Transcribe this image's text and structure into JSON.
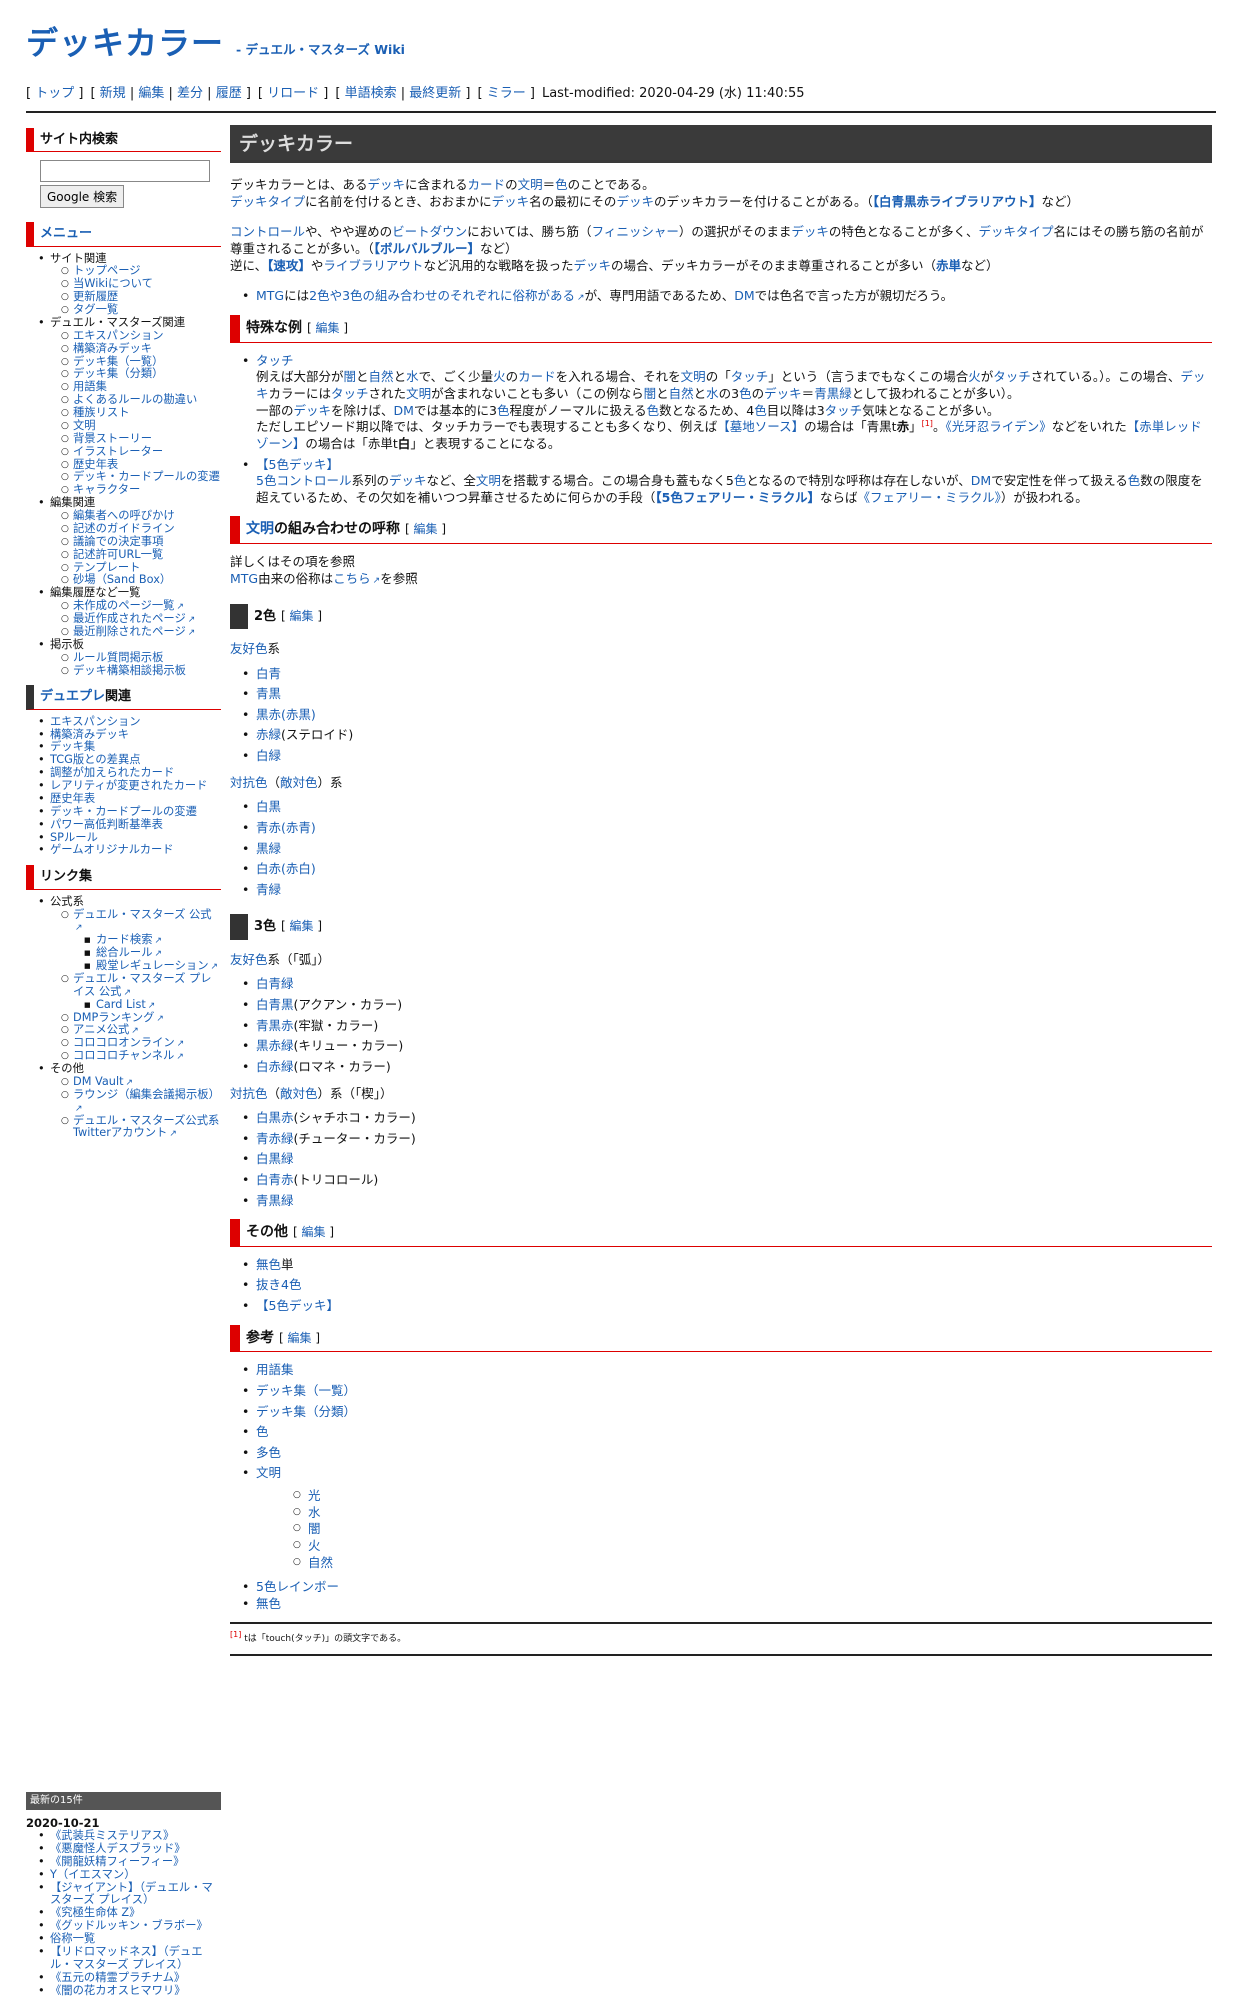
{
  "site": {
    "title": "デッキカラー",
    "subtitle": "- デュエル・マスターズ Wiki"
  },
  "nav": {
    "group1": [
      "トップ"
    ],
    "group2": [
      "新規",
      "編集",
      "差分",
      "履歴"
    ],
    "group3": [
      "リロード"
    ],
    "group4": [
      "単語検索",
      "最終更新"
    ],
    "group5": [
      "ミラー"
    ],
    "last_modified": "Last-modified: 2020-04-29 (水) 11:40:55"
  },
  "sidebar": {
    "search_heading": "サイト内検索",
    "search_button": "Google 検索",
    "menu_heading": "メニュー",
    "menu": [
      {
        "label": "サイト関連",
        "items": [
          "トップページ",
          "当Wikiについて",
          "更新履歴",
          "タグ一覧"
        ]
      },
      {
        "label": "デュエル・マスターズ関連",
        "items": [
          "エキスパンション",
          "構築済みデッキ",
          "デッキ集（一覧）",
          "デッキ集（分類）",
          "用語集",
          "よくあるルールの勘違い",
          "種族リスト",
          "文明",
          "背景ストーリー",
          "イラストレーター",
          "歴史年表",
          "デッキ・カードプールの変遷",
          "キャラクター"
        ]
      },
      {
        "label": "編集関連",
        "items": [
          "編集者への呼びかけ",
          "記述のガイドライン",
          "議論での決定事項",
          "記述許可URL一覧",
          "テンプレート",
          "砂場（Sand Box）"
        ]
      },
      {
        "label": "編集履歴など一覧",
        "items": [
          "未作成のページ一覧",
          "最近作成されたページ",
          "最近削除されたページ"
        ]
      },
      {
        "label": "掲示板",
        "items": [
          "ルール質問掲示板",
          "デッキ構築相談掲示板"
        ]
      }
    ],
    "duepure_heading_link": "デュエプレ",
    "duepure_heading_rest": "関連",
    "duepure": [
      "エキスパンション",
      "構築済みデッキ",
      "デッキ集",
      "TCG版との差異点",
      "調整が加えられたカード",
      "レアリティが変更されたカード",
      "歴史年表",
      "デッキ・カードプールの変遷",
      "パワー高低判断基準表",
      "SPルール",
      "ゲームオリジナルカード"
    ],
    "links_heading": "リンク集",
    "official_label": "公式系",
    "official": [
      {
        "label": "デュエル・マスターズ 公式",
        "sub": [
          "カード検索",
          "総合ルール",
          "殿堂レギュレーション"
        ]
      },
      {
        "label": "デュエル・マスターズ プレイス 公式",
        "sub": [
          "Card List"
        ]
      },
      {
        "label": "DMPランキング",
        "sub": []
      },
      {
        "label": "アニメ公式",
        "sub": []
      },
      {
        "label": "コロコロオンライン",
        "sub": []
      },
      {
        "label": "コロコロチャンネル",
        "sub": []
      }
    ],
    "other_label": "その他",
    "other": [
      "DM Vault",
      "ラウンジ（編集会議掲示板）",
      "デュエル・マスターズ公式系Twitterアカウント"
    ],
    "recent_heading": "最新の15件",
    "recent_date": "2020-10-21",
    "recent": [
      "《武装兵ミステリアス》",
      "《悪魔怪人デスブラッド》",
      "《開龍妖精フィーフィー》",
      "Y（イエスマン）",
      "【ジャイアント】（デュエル・マスターズ プレイス）",
      "《究極生命体 Z》",
      "《グッドルッキン・ブラボー》",
      "俗称一覧",
      "【リドロマッドネス】（デュエル・マスターズ プレイス）",
      "《五元の精霊プラチナム》",
      "《闇の花カオスヒマワリ》"
    ]
  },
  "main": {
    "page_title": "デッキカラー",
    "edit_label": "編集",
    "h_special": "特殊な例",
    "h_names_link": "文明",
    "h_names_rest": "の組み合わせの呼称",
    "names_p1": "詳しくはその項を参照",
    "names_p2_link": "MTG",
    "names_p2_mid": "由来の俗称は",
    "names_p2_link2": "こちら",
    "names_p2_end": "を参照",
    "h_two": "2色",
    "h_three": "3色",
    "h_other": "その他",
    "h_ref": "参考",
    "ally": "友好色",
    "kei": "系",
    "ally3_suffix": "系（「弧」）",
    "enemy": "対抗色",
    "enemy_paren": "敵対色",
    "enemy_suffix": "）系",
    "enemy3_suffix": "）系（「楔」）",
    "two_ally": [
      [
        "白青",
        ""
      ],
      [
        "青黒",
        ""
      ],
      [
        "黒赤(赤黒)",
        ""
      ],
      [
        "赤緑",
        "(ステロイド)"
      ],
      [
        "白緑",
        ""
      ]
    ],
    "two_enemy": [
      [
        "白黒",
        ""
      ],
      [
        "青赤(赤青)",
        ""
      ],
      [
        "黒緑",
        ""
      ],
      [
        "白赤(赤白)",
        ""
      ],
      [
        "青緑",
        ""
      ]
    ],
    "three_ally": [
      [
        "白青緑",
        ""
      ],
      [
        "白青黒",
        "(アクアン・カラー)"
      ],
      [
        "青黒赤",
        "(牢獄・カラー)"
      ],
      [
        "黒赤緑",
        "(キリュー・カラー)"
      ],
      [
        "白赤緑",
        "(ロマネ・カラー)"
      ]
    ],
    "three_enemy": [
      [
        "白黒赤",
        "(シャチホコ・カラー)"
      ],
      [
        "青赤緑",
        "(チューター・カラー)"
      ],
      [
        "白黒緑",
        ""
      ],
      [
        "白青赤",
        "(トリコロール)"
      ],
      [
        "青黒緑",
        ""
      ]
    ],
    "other_list": [
      [
        "無色",
        "単"
      ],
      [
        "抜き4色",
        ""
      ],
      [
        "【5色デッキ】",
        ""
      ]
    ],
    "ref_list": [
      "用語集",
      "デッキ集（一覧）",
      "デッキ集（分類）",
      "色",
      "多色",
      "文明"
    ],
    "ref_sub": [
      "光",
      "水",
      "闇",
      "火",
      "自然"
    ],
    "ref_list2": [
      "5色レインボー",
      "無色"
    ],
    "footnote_mark": "[1]",
    "footnote": "tは「touch(タッチ)」の頭文字である。"
  }
}
